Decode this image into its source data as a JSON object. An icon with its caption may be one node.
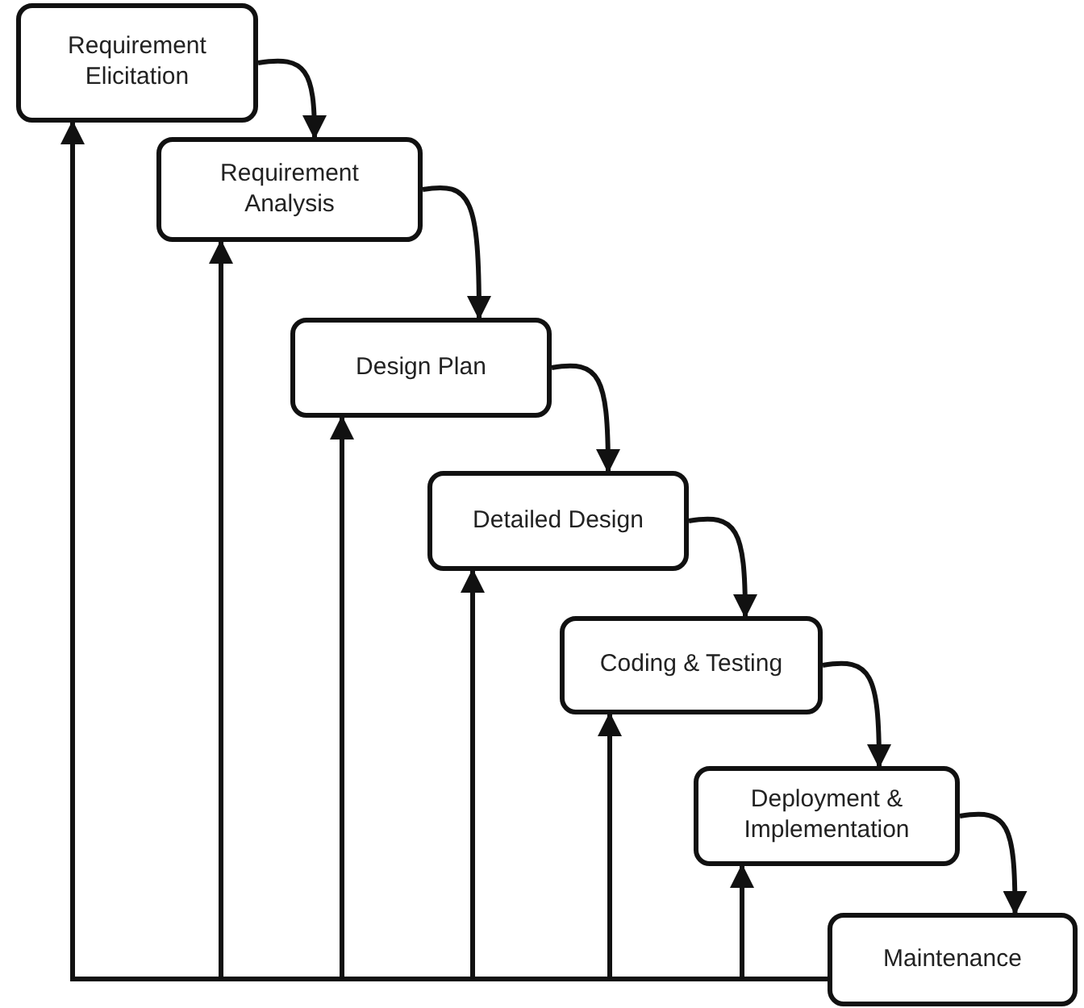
{
  "diagram": {
    "nodes": [
      {
        "text": [
          "Requirement Elicitation"
        ]
      },
      {
        "text": [
          "Requirement Analysis"
        ]
      },
      {
        "text": [
          "Design Plan"
        ]
      },
      {
        "text": [
          "Detailed Design"
        ]
      },
      {
        "text": [
          "Coding & Testing"
        ]
      },
      {
        "text": [
          "Deployment & Implementation"
        ]
      },
      {
        "text": [
          "Maintenance"
        ]
      }
    ],
    "edges": [
      {
        "from": 0,
        "to": 1,
        "arrow": "to"
      },
      {
        "from": 1,
        "to": 2,
        "arrow": "to"
      },
      {
        "from": 2,
        "to": 3,
        "arrow": "to"
      },
      {
        "from": 3,
        "to": 4,
        "arrow": "to"
      },
      {
        "from": 4,
        "to": 5,
        "arrow": "to"
      },
      {
        "from": 5,
        "to": 6,
        "arrow": "to"
      },
      {
        "from": 6,
        "to": 0,
        "arrow": "to"
      },
      {
        "from": 6,
        "to": 1,
        "arrow": "to"
      },
      {
        "from": 6,
        "to": 2,
        "arrow": "to"
      },
      {
        "from": 6,
        "to": 3,
        "arrow": "to"
      },
      {
        "from": 6,
        "to": 4,
        "arrow": "to"
      },
      {
        "from": 6,
        "to": 5,
        "arrow": "to"
      }
    ]
  }
}
